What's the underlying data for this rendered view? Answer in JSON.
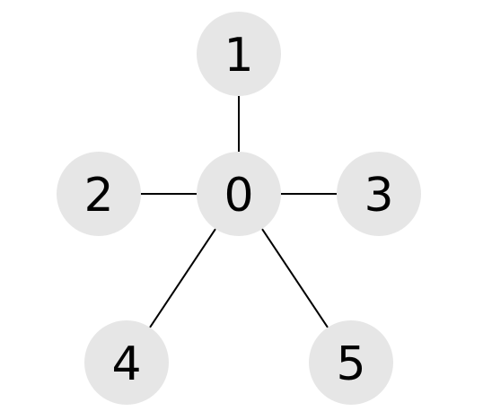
{
  "graph": {
    "node_fill": "#e6e6e6",
    "edge_color": "#000000",
    "label_color": "#000000",
    "nodes": [
      {
        "id": "0",
        "label": "0"
      },
      {
        "id": "1",
        "label": "1"
      },
      {
        "id": "2",
        "label": "2"
      },
      {
        "id": "3",
        "label": "3"
      },
      {
        "id": "4",
        "label": "4"
      },
      {
        "id": "5",
        "label": "5"
      }
    ],
    "edges": [
      {
        "source": "0",
        "target": "1"
      },
      {
        "source": "0",
        "target": "2"
      },
      {
        "source": "0",
        "target": "3"
      },
      {
        "source": "0",
        "target": "4"
      },
      {
        "source": "0",
        "target": "5"
      }
    ]
  }
}
